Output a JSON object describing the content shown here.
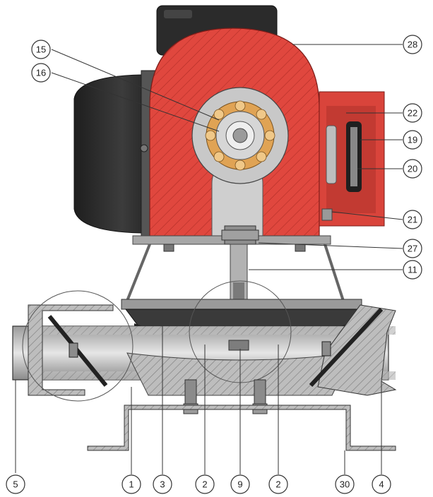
{
  "diagram": {
    "colors": {
      "housing_red": "#e0473e",
      "housing_red_dark": "#b8322b",
      "motor_black": "#2a2a2a",
      "steel_grey": "#b5b5b5",
      "steel_dark": "#6e6e6e",
      "bearing_gold": "#e0a354",
      "background": "#ffffff"
    },
    "callouts": [
      {
        "id": "c15",
        "label": "15"
      },
      {
        "id": "c16",
        "label": "16"
      },
      {
        "id": "c28",
        "label": "28"
      },
      {
        "id": "c22",
        "label": "22"
      },
      {
        "id": "c19",
        "label": "19"
      },
      {
        "id": "c20",
        "label": "20"
      },
      {
        "id": "c21",
        "label": "21"
      },
      {
        "id": "c27",
        "label": "27"
      },
      {
        "id": "c11",
        "label": "11"
      },
      {
        "id": "c5",
        "label": "5"
      },
      {
        "id": "c1",
        "label": "1"
      },
      {
        "id": "c3",
        "label": "3"
      },
      {
        "id": "c2a",
        "label": "2"
      },
      {
        "id": "c9",
        "label": "9"
      },
      {
        "id": "c2b",
        "label": "2"
      },
      {
        "id": "c30",
        "label": "30"
      },
      {
        "id": "c4",
        "label": "4"
      }
    ]
  }
}
